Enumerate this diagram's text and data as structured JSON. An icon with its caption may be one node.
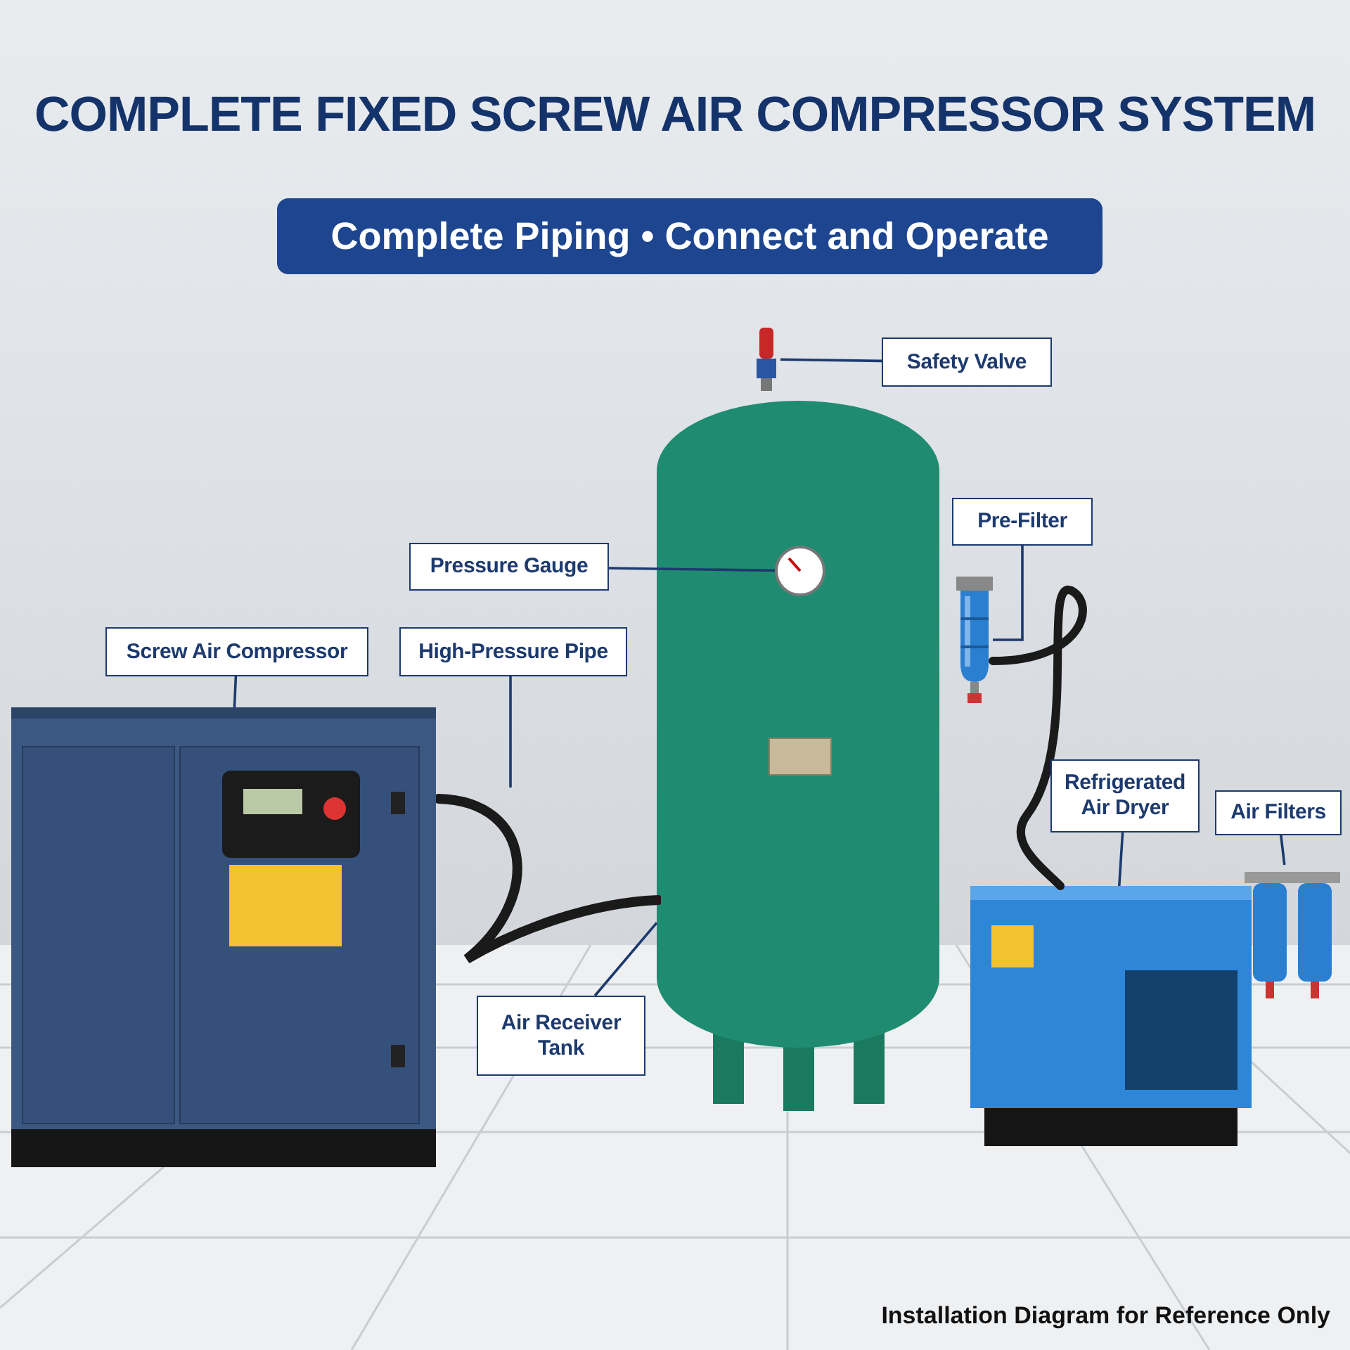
{
  "diagram": {
    "title": "COMPLETE FIXED SCREW AIR COMPRESSOR SYSTEM",
    "caption": "Installation Diagram for Reference Only",
    "nodes": [
      {
        "text": [
          "Safety Valve"
        ]
      },
      {
        "text": [
          "Pre-Filter"
        ]
      },
      {
        "text": [
          "Pressure Gauge"
        ]
      },
      {
        "text": [
          "Screw Air Compressor"
        ]
      },
      {
        "text": [
          "High-Pressure Pipe"
        ]
      },
      {
        "text": [
          "Refrigerated Air Dryer"
        ]
      },
      {
        "text": [
          "Air Filters"
        ]
      },
      {
        "text": [
          "Air Receiver Tank"
        ]
      },
      {
        "text": [],
        "shape": "picture"
      },
      {
        "text": [],
        "shape": "picture"
      },
      {
        "text": [],
        "shape": "picture"
      },
      {
        "text": [],
        "shape": "picture",
        "in": 9
      },
      {
        "text": [],
        "shape": "picture"
      },
      {
        "text": [],
        "shape": "picture"
      },
      {
        "text": [],
        "shape": "picture"
      },
      {
        "text": [],
        "shape": "picture"
      }
    ],
    "edges": [
      {
        "from": 0,
        "to": 10,
        "arrow": "none"
      },
      {
        "from": 1,
        "to": 12,
        "arrow": "none"
      },
      {
        "from": 2,
        "to": 11,
        "arrow": "none"
      },
      {
        "from": 3,
        "to": 8,
        "arrow": "none"
      },
      {
        "from": 4,
        "to": 13,
        "arrow": "none"
      },
      {
        "from": 5,
        "to": 14,
        "arrow": "none"
      },
      {
        "from": 6,
        "to": 15,
        "arrow": "none"
      },
      {
        "from": 7,
        "to": 9,
        "arrow": "none"
      },
      {
        "from": 12,
        "to": 14,
        "arrow": "none",
        "style": "thick",
        "color": "#1a1a1a"
      }
    ],
    "labels": [
      "Complete Piping • Connect and Operate"
    ]
  }
}
